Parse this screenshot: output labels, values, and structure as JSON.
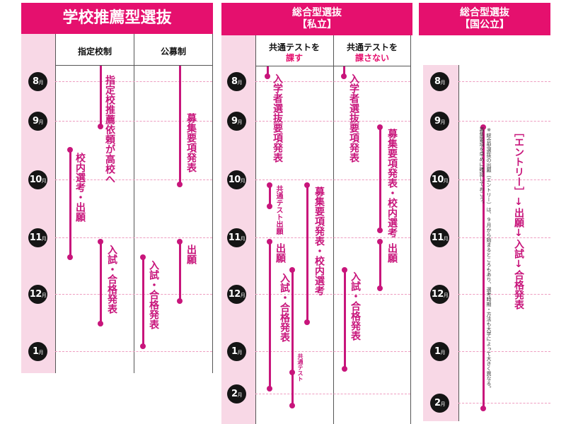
{
  "months": [
    "8",
    "9",
    "10",
    "11",
    "12",
    "1",
    "2"
  ],
  "month_suffix": "月",
  "panel1": {
    "title": "学校推薦型選抜",
    "col_left": "指定校制",
    "col_right": "公募制",
    "labels": {
      "shitei_irai": "指定校推薦依頼が高校へ",
      "kounai_senkou": "校内選考・出願",
      "shitei_nyushi": "入試・合格発表",
      "kobo_boshu": "募集要項発表",
      "kobo_shutsugan": "出願",
      "kobo_nyushi": "入試・合格発表"
    }
  },
  "panel2": {
    "title_line1": "総合型選抜",
    "title_line2": "【私立】",
    "col_left_line1": "共通テストを",
    "col_left_line2": "課す",
    "col_right_line1": "共通テストを",
    "col_right_line2": "課さない",
    "labels": {
      "a_boshu": "入学者選抜要項発表",
      "a_kyotsu": "共通テスト出願",
      "a_youkou": "募集要項発表・校内選考",
      "a_shutsugan": "出願",
      "a_nyushi": "入試・合格発表",
      "a_kyotsu_test": "共通テスト",
      "b_boshu": "入学者選抜要項発表",
      "b_youkou": "募集要項発表・校内選考",
      "b_shutsugan": "出願",
      "b_nyushi": "入試・合格発表"
    }
  },
  "panel3": {
    "title_line1": "総合型選抜",
    "title_line2": "【国公立】",
    "main_label": "［エントリー］↓出願↓入試↓合格発表",
    "note_line1": "※総合型選抜の出願（エントリー）は、9月から始まるところもあり、選考時期・方法も大学によって大きく異なる。",
    "note_line2": "募集要項を早めに確認しておこう。"
  },
  "colors": {
    "brand": "#e5106e",
    "line": "#c8157b",
    "band": "#f8d8e6",
    "circle": "#151515"
  },
  "icons": [
    "month-circle-icon",
    "timeline-dot-icon"
  ]
}
